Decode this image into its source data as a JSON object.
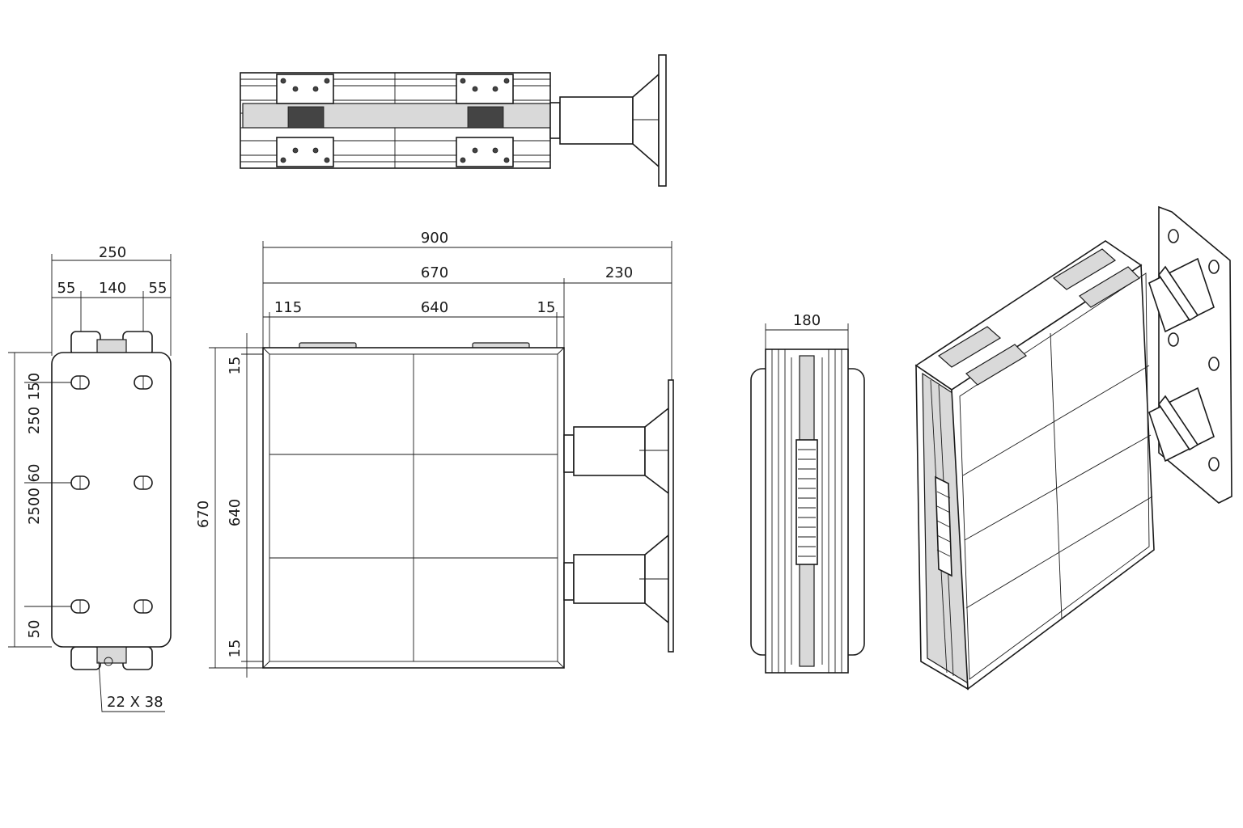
{
  "left_view": {
    "overall_width": "250",
    "offset_left": "55",
    "center_spacing": "140",
    "offset_right": "55",
    "side_labels": [
      "150",
      "250",
      "60",
      "2500",
      "50"
    ],
    "slot_callout": "22 X 38"
  },
  "front_view": {
    "overall_width": "900",
    "panel_width": "670",
    "bracket_depth": "230",
    "left_offset": "115",
    "inner_width": "640",
    "right_offset": "15",
    "overall_height": "670",
    "inner_height": "640",
    "top_border": "15",
    "bottom_border": "15"
  },
  "side_view": {
    "depth": "180"
  },
  "colors": {
    "line": "#1a1a1a",
    "fill_grey": "#d9d9d9",
    "background": "#ffffff"
  }
}
